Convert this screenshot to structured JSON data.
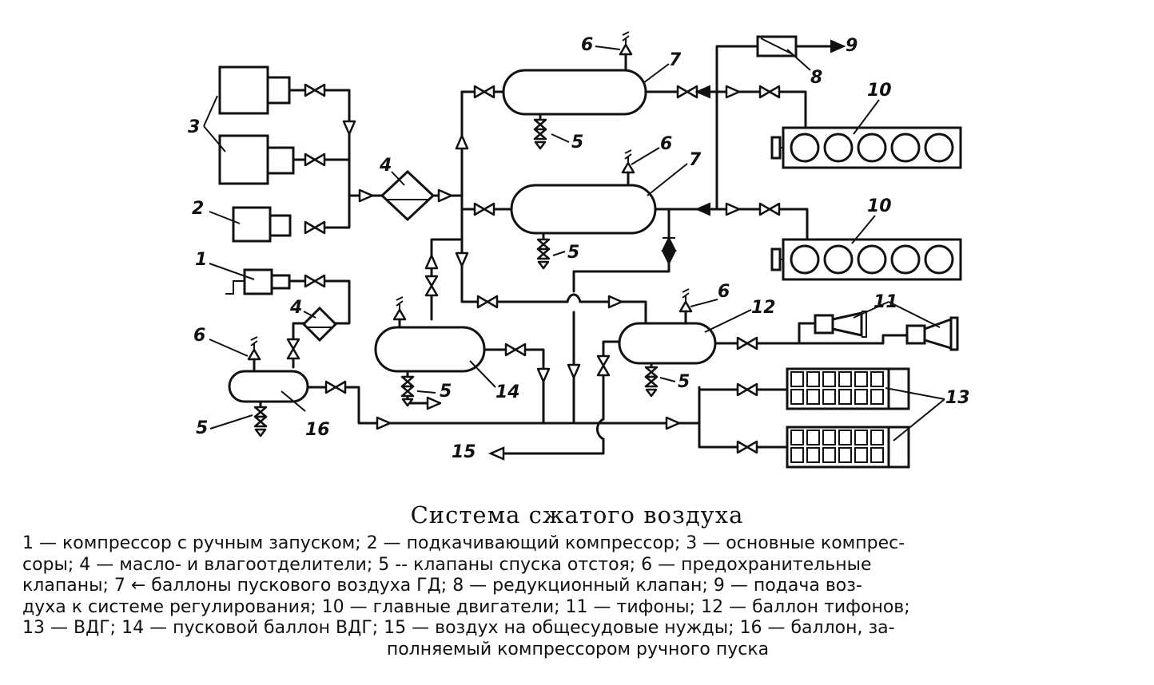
{
  "labels": {
    "n1": "1",
    "n2": "2",
    "n3": "3",
    "n4a": "4",
    "n4b": "4",
    "n5a": "5",
    "n5b": "5",
    "n5c": "5",
    "n5d": "5",
    "n5e": "5",
    "n6a": "6",
    "n6b": "6",
    "n6c": "6",
    "n6d": "6",
    "n7a": "7",
    "n7b": "7",
    "n8": "8",
    "n9": "9",
    "n10a": "10",
    "n10b": "10",
    "n11": "11",
    "n12": "12",
    "n13": "13",
    "n14": "14",
    "n15": "15",
    "n16": "16"
  },
  "caption": {
    "title": "Система сжатого воздуха",
    "lines": [
      "1 — компрессор с ручным запуском; 2 — подкачивающий компрессор; 3 — основные компрес-",
      "соры; 4 — масло- и влагоотделители; 5 -- клапаны спуска отстоя; 6 — предохранительные",
      "клапаны; 7 ← баллоны пускового воздуха ГД; 8 — редукционный клапан; 9 — подача воз-",
      "духа к системе регулирования; 10 — главные двигатели; 11 — тифоны; 12 — баллон тифонов;",
      "13 — ВДГ; 14 — пусковой баллон ВДГ; 15 — воздух на общесудовые нужды; 16 — баллон, за-",
      "полняемый компрессором ручного пуска"
    ]
  }
}
